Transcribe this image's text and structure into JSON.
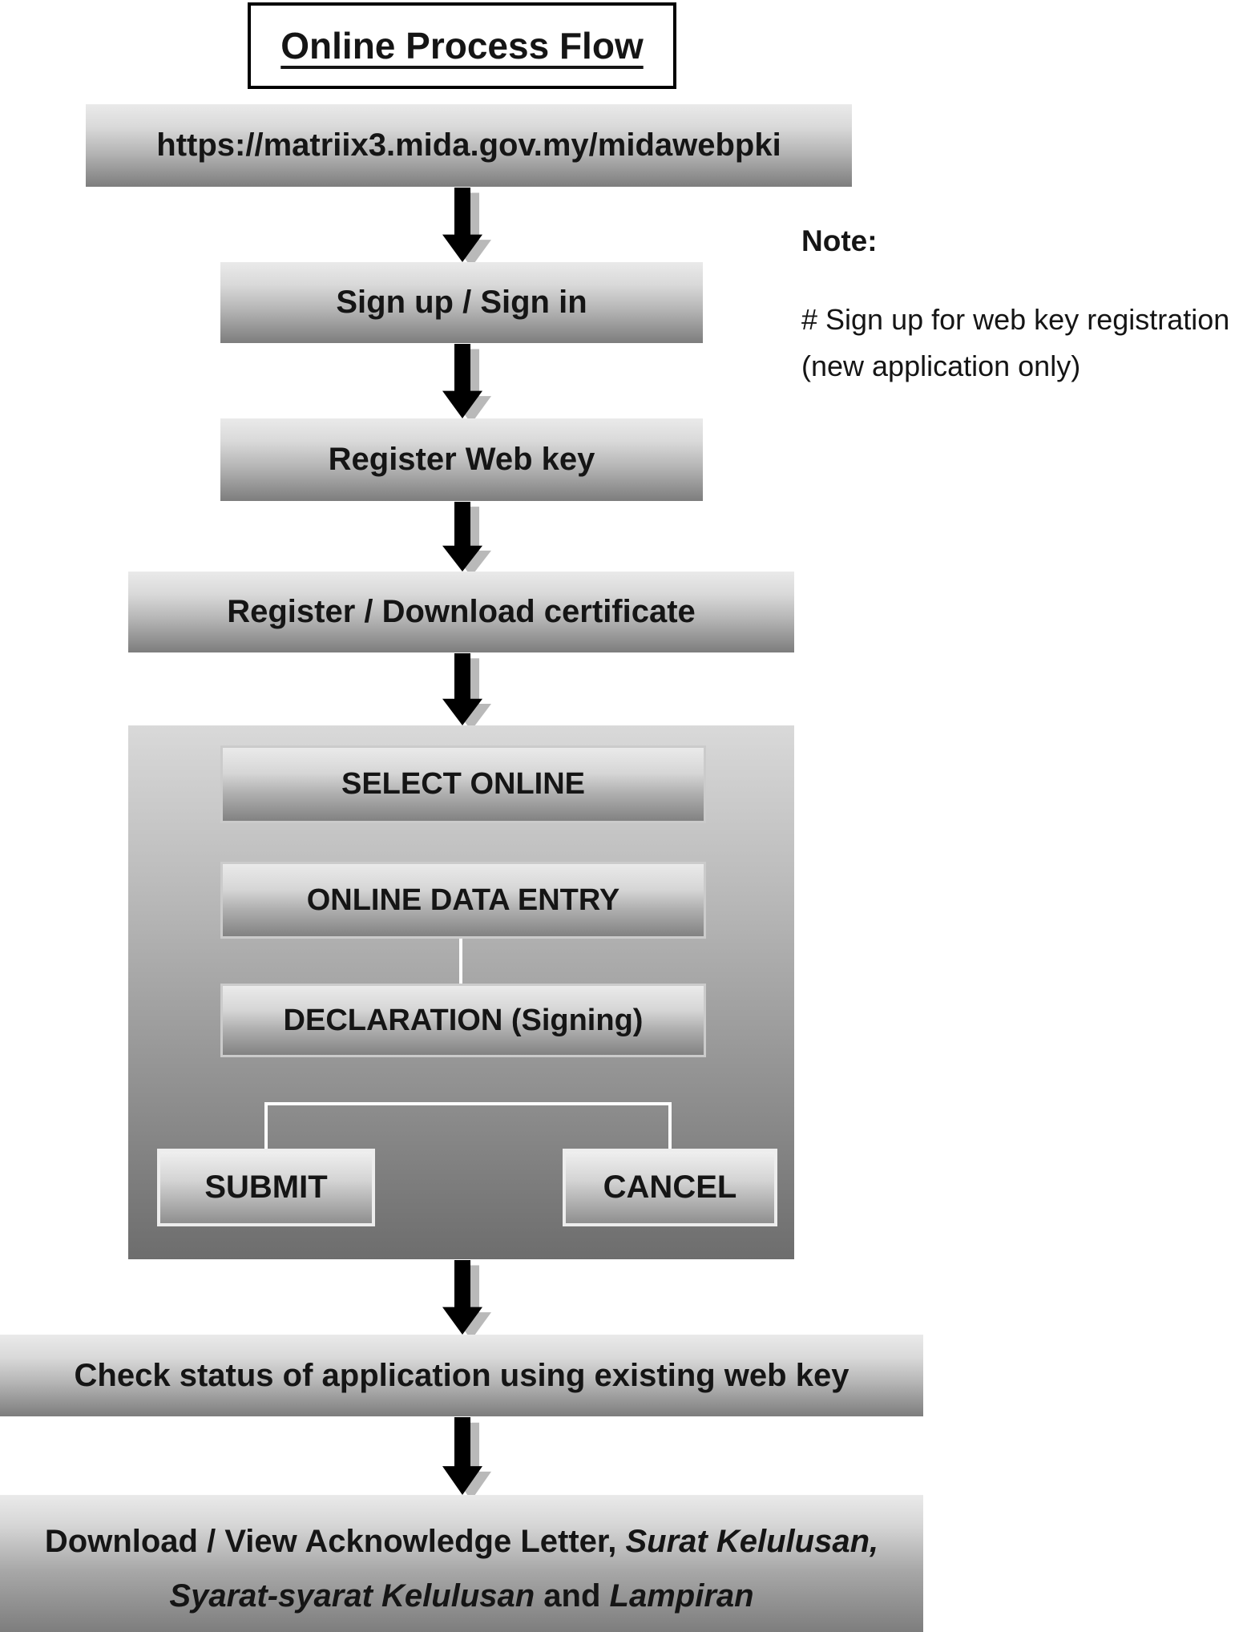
{
  "title": "Online Process Flow",
  "flow": {
    "url": "https://matriix3.mida.gov.my/midawebpki",
    "steps": {
      "signup": "Sign up / Sign in",
      "register_webkey": "Register Web key",
      "register_certificate": "Register / Download certificate",
      "select_online": "SELECT ONLINE",
      "online_data_entry": "ONLINE DATA ENTRY",
      "declaration": "DECLARATION (Signing)",
      "submit": "SUBMIT",
      "cancel": "CANCEL",
      "check_status": "Check status of application using existing web key"
    },
    "download": {
      "line1_regular": "Download / View Acknowledge Letter, ",
      "line1_italic": "Surat Kelulusan,",
      "line2_italic1": "Syarat-syarat Kelulusan",
      "line2_regular": " and ",
      "line2_italic2": "Lampiran"
    }
  },
  "note": {
    "heading": "Note:",
    "line1": "# Sign up for web key registration",
    "line2": "(new application only)"
  },
  "colors": {
    "bar_gradient_top": "#eaeaea",
    "bar_gradient_bottom": "#7d7d7d",
    "panel_gradient_top": "#d9d9d9",
    "panel_gradient_bottom": "#6d6d6d",
    "arrow": "#000000",
    "arrow_shadow": "#b9b9b9",
    "connector_line": "#ffffff",
    "text": "#151515",
    "border": "#000000"
  }
}
